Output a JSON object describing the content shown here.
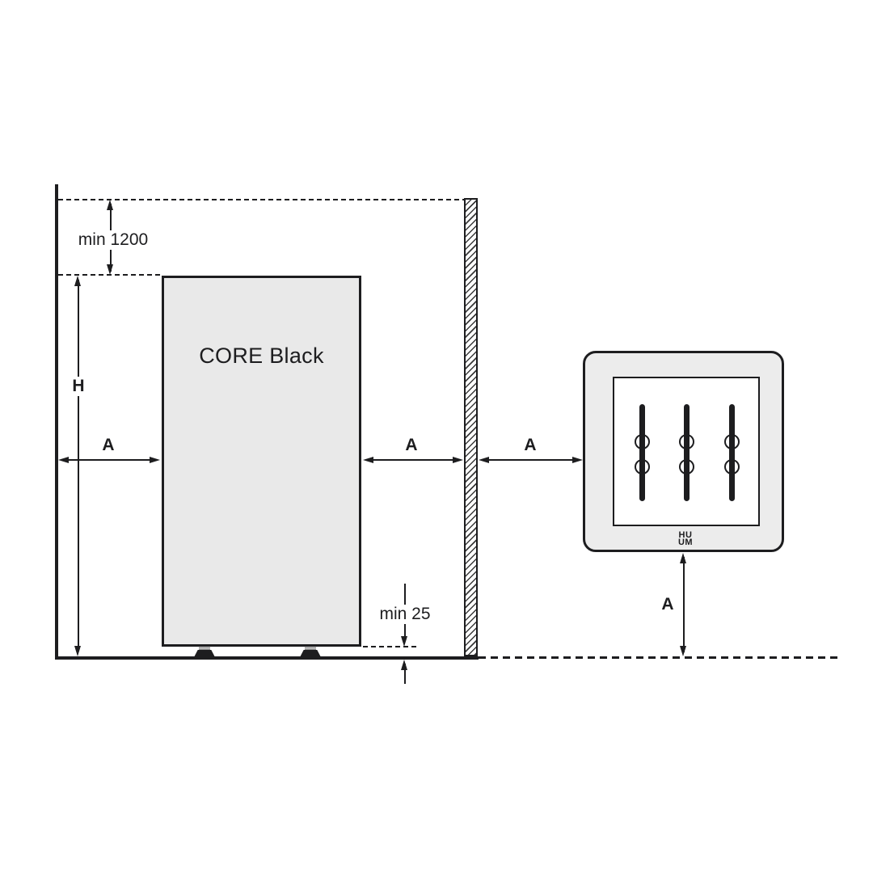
{
  "product": {
    "name": "CORE Black",
    "brand_logo": {
      "line1": "HU",
      "line2": "UM"
    }
  },
  "dimensions": {
    "ceiling_min": "min 1200",
    "height": "H",
    "clearance_left": "A",
    "clearance_right": "A",
    "clearance_beyond_wall": "A",
    "clearance_panel_floor": "A",
    "floor_min": "min 25"
  },
  "colors": {
    "line": "#1d1d1f",
    "heater_fill": "#e9e9e9",
    "panel_fill": "#ececec",
    "background": "#ffffff"
  }
}
